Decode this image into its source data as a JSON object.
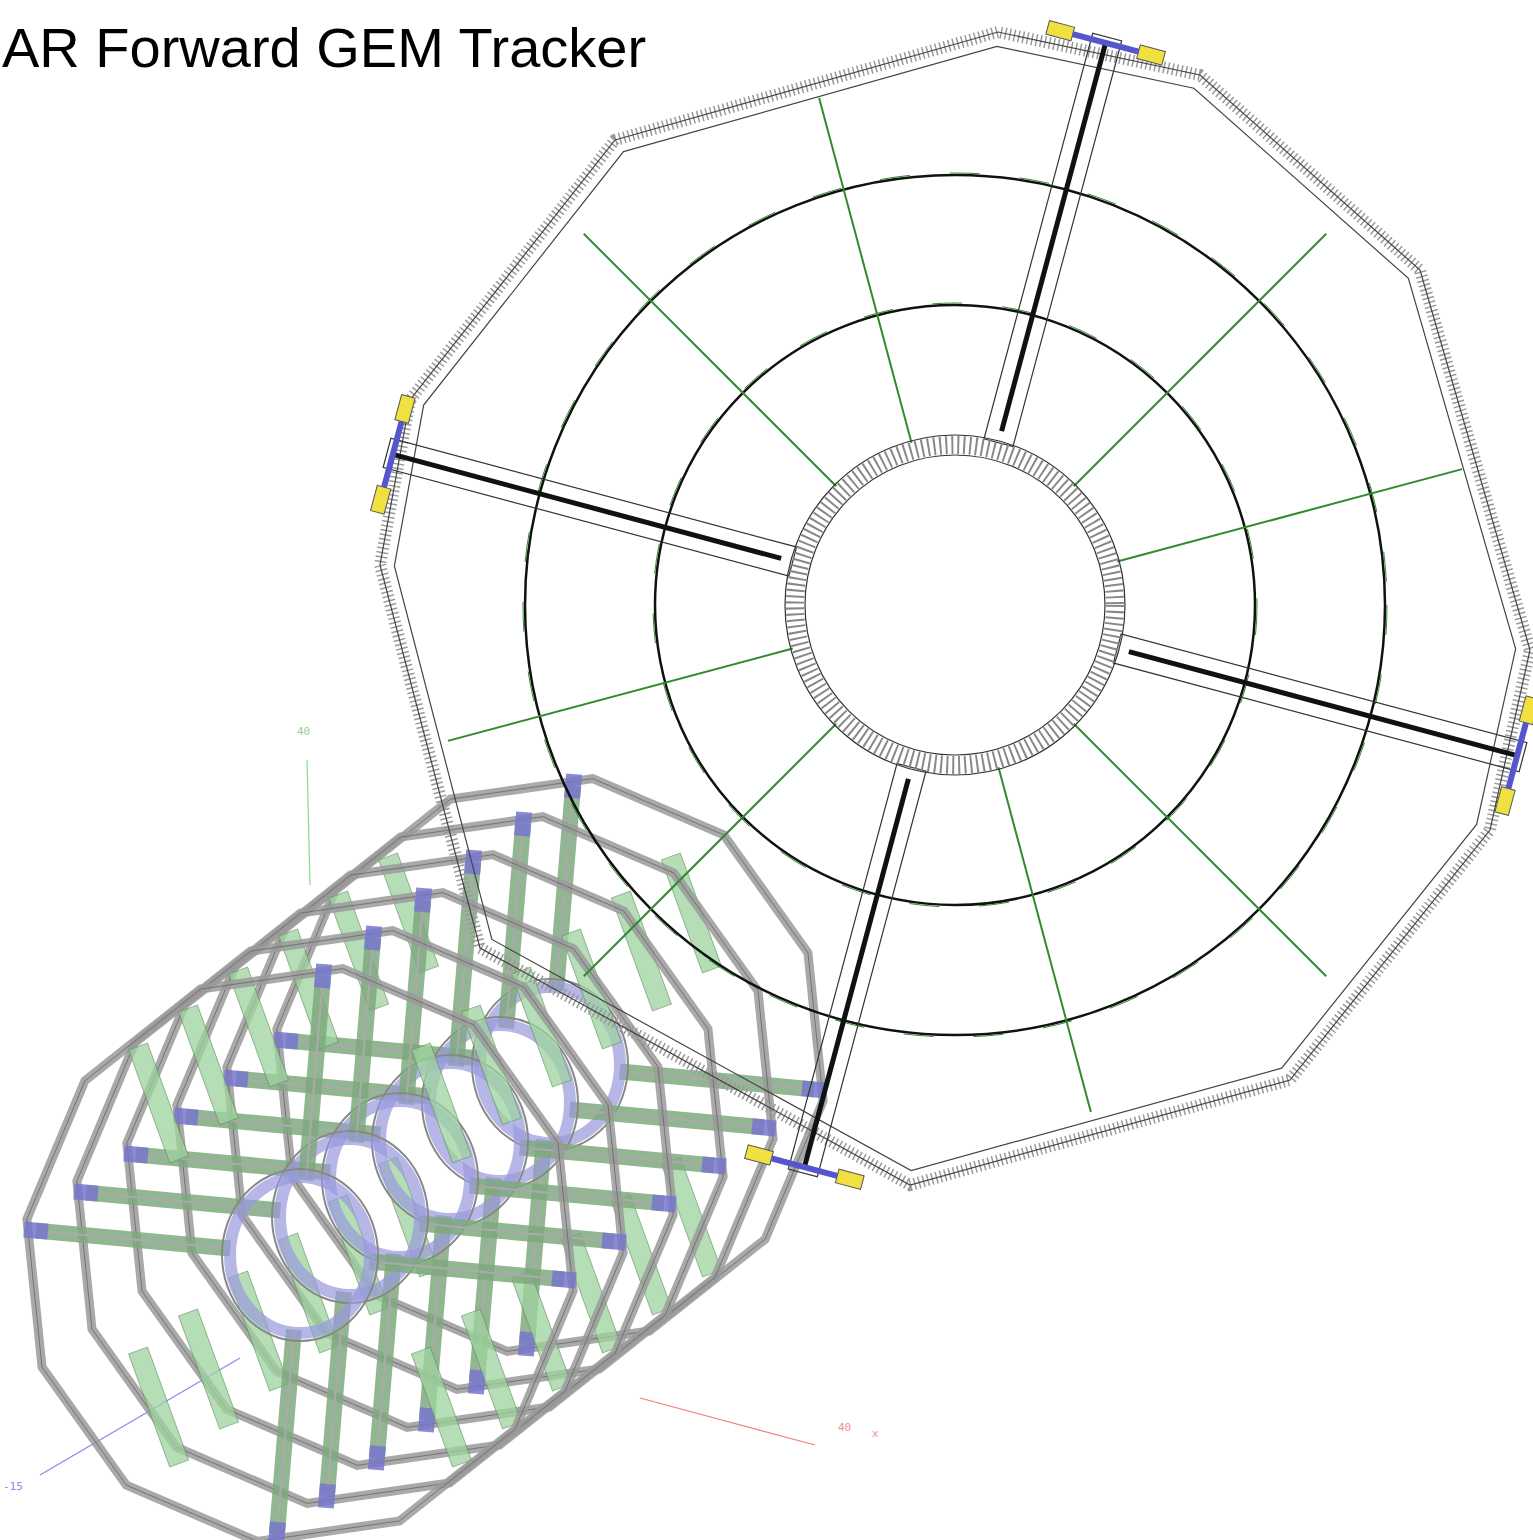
{
  "diagram": {
    "title": "AR Forward GEM Tracker",
    "labels": [
      "40",
      "40",
      "x",
      "-15"
    ]
  }
}
